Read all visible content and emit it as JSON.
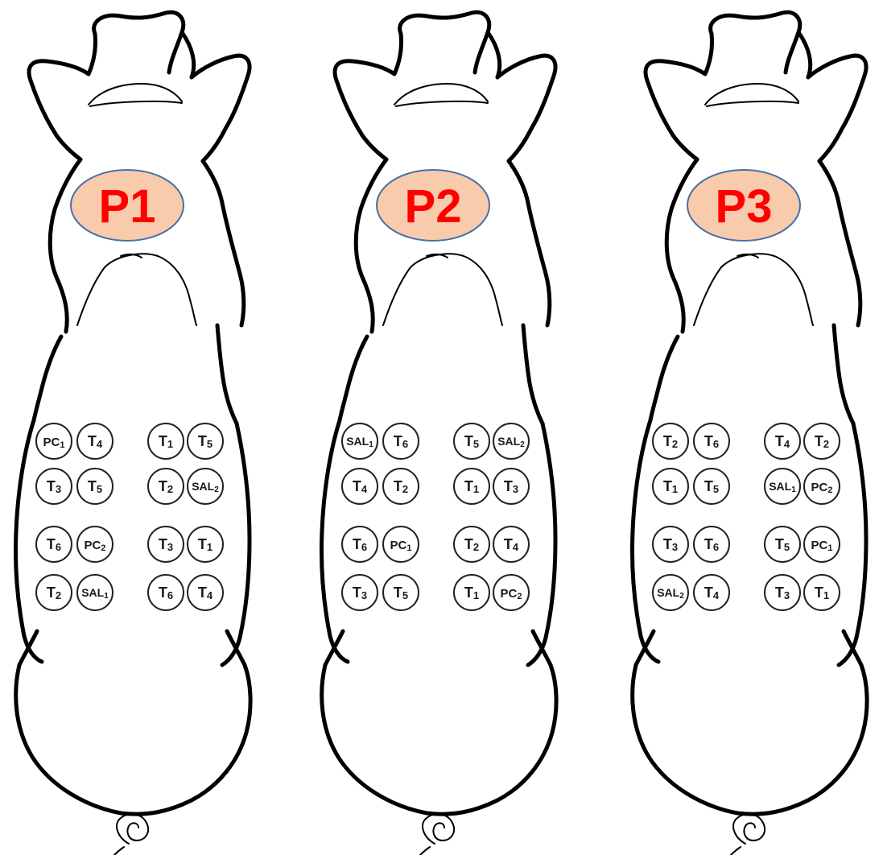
{
  "colors": {
    "label_fill": "#f8cbad",
    "label_stroke": "#4a6fa5",
    "label_text": "#ff0000",
    "outline": "#000000"
  },
  "pigs": [
    {
      "label": "P1",
      "rows": [
        [
          {
            "m": "PC",
            "s": "1"
          },
          {
            "m": "T",
            "s": "4"
          },
          {
            "m": "T",
            "s": "1"
          },
          {
            "m": "T",
            "s": "5"
          }
        ],
        [
          {
            "m": "T",
            "s": "3"
          },
          {
            "m": "T",
            "s": "5"
          },
          {
            "m": "T",
            "s": "2"
          },
          {
            "m": "SAL",
            "s": "2"
          }
        ],
        [
          {
            "m": "T",
            "s": "6"
          },
          {
            "m": "PC",
            "s": "2"
          },
          {
            "m": "T",
            "s": "3"
          },
          {
            "m": "T",
            "s": "1"
          }
        ],
        [
          {
            "m": "T",
            "s": "2"
          },
          {
            "m": "SAL",
            "s": "1"
          },
          {
            "m": "T",
            "s": "6"
          },
          {
            "m": "T",
            "s": "4"
          }
        ]
      ]
    },
    {
      "label": "P2",
      "rows": [
        [
          {
            "m": "SAL",
            "s": "1"
          },
          {
            "m": "T",
            "s": "6"
          },
          {
            "m": "T",
            "s": "5"
          },
          {
            "m": "SAL",
            "s": "2"
          }
        ],
        [
          {
            "m": "T",
            "s": "4"
          },
          {
            "m": "T",
            "s": "2"
          },
          {
            "m": "T",
            "s": "1"
          },
          {
            "m": "T",
            "s": "3"
          }
        ],
        [
          {
            "m": "T",
            "s": "6"
          },
          {
            "m": "PC",
            "s": "1"
          },
          {
            "m": "T",
            "s": "2"
          },
          {
            "m": "T",
            "s": "4"
          }
        ],
        [
          {
            "m": "T",
            "s": "3"
          },
          {
            "m": "T",
            "s": "5"
          },
          {
            "m": "T",
            "s": "1"
          },
          {
            "m": "PC",
            "s": "2"
          }
        ]
      ]
    },
    {
      "label": "P3",
      "rows": [
        [
          {
            "m": "T",
            "s": "2"
          },
          {
            "m": "T",
            "s": "6"
          },
          {
            "m": "T",
            "s": "4"
          },
          {
            "m": "T",
            "s": "2"
          }
        ],
        [
          {
            "m": "T",
            "s": "1"
          },
          {
            "m": "T",
            "s": "5"
          },
          {
            "m": "SAL",
            "s": "1"
          },
          {
            "m": "PC",
            "s": "2"
          }
        ],
        [
          {
            "m": "T",
            "s": "3"
          },
          {
            "m": "T",
            "s": "6"
          },
          {
            "m": "T",
            "s": "5"
          },
          {
            "m": "PC",
            "s": "1"
          }
        ],
        [
          {
            "m": "SAL",
            "s": "2"
          },
          {
            "m": "T",
            "s": "4"
          },
          {
            "m": "T",
            "s": "3"
          },
          {
            "m": "T",
            "s": "1"
          }
        ]
      ]
    }
  ]
}
